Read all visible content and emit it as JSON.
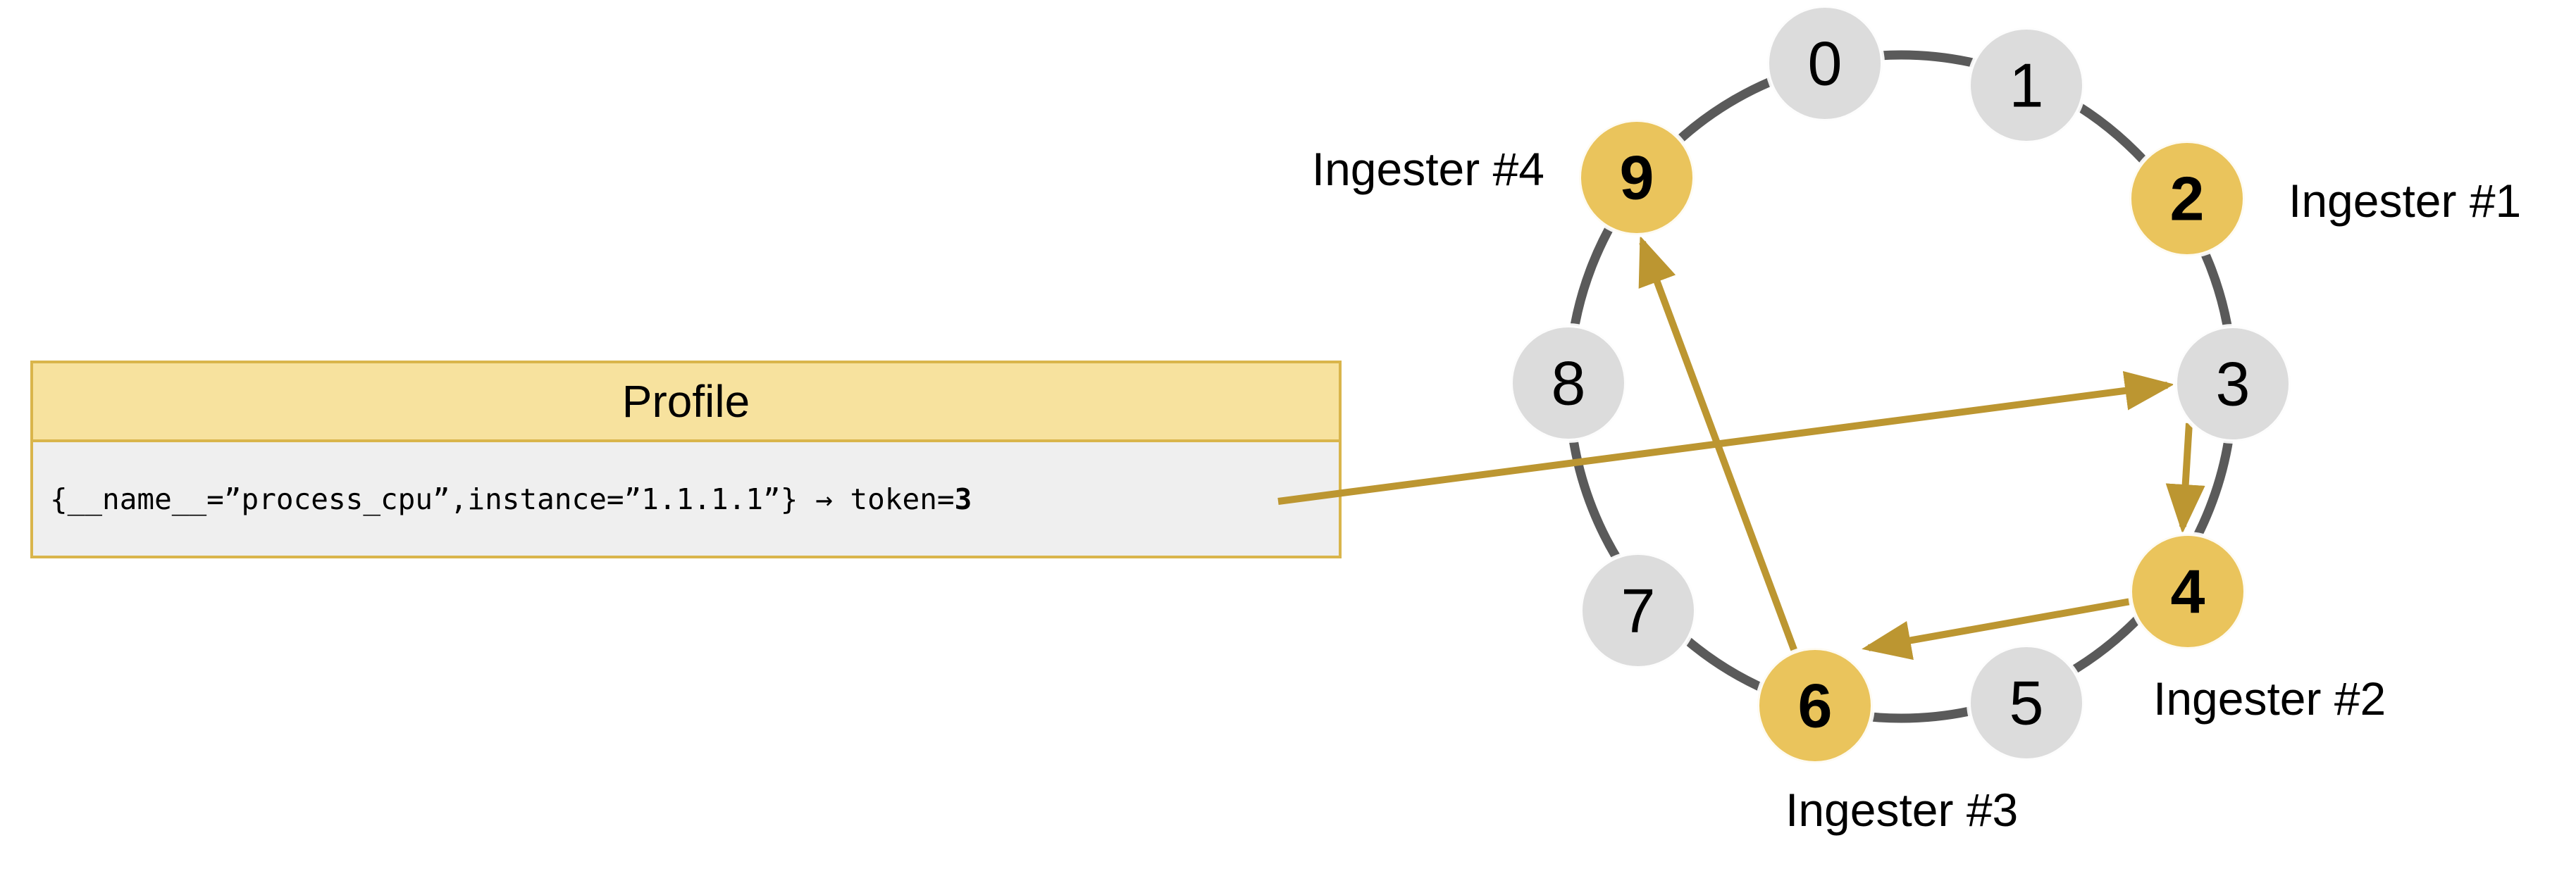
{
  "profile_card": {
    "title": "Profile",
    "selector_prefix": "{__name__=”process_cpu”,instance=”1.1.1.1”} → token=",
    "token_value": "3"
  },
  "ring": {
    "nodes": [
      {
        "label": "0",
        "state": "default"
      },
      {
        "label": "1",
        "state": "default"
      },
      {
        "label": "2",
        "state": "ingester-owned"
      },
      {
        "label": "3",
        "state": "default"
      },
      {
        "label": "4",
        "state": "ingester-owned"
      },
      {
        "label": "5",
        "state": "default"
      },
      {
        "label": "6",
        "state": "ingester-owned"
      },
      {
        "label": "7",
        "state": "default"
      },
      {
        "label": "8",
        "state": "default"
      },
      {
        "label": "9",
        "state": "ingester-owned"
      }
    ],
    "ingesters": [
      {
        "label": "Ingester #1",
        "at_token": "2"
      },
      {
        "label": "Ingester #2",
        "at_token": "4"
      },
      {
        "label": "Ingester #3",
        "at_token": "6"
      },
      {
        "label": "Ingester #4",
        "at_token": "9"
      }
    ]
  },
  "colors": {
    "ring_stroke": "#5A5A5A",
    "node_default_fill": "#DCDCDC",
    "node_highlight_fill": "#EAC45C",
    "arrow": "#BC9631",
    "card_border": "#D9B54B",
    "card_header_fill": "#F7E29E",
    "card_body_fill": "#EFEFEF",
    "text": "#000000"
  }
}
